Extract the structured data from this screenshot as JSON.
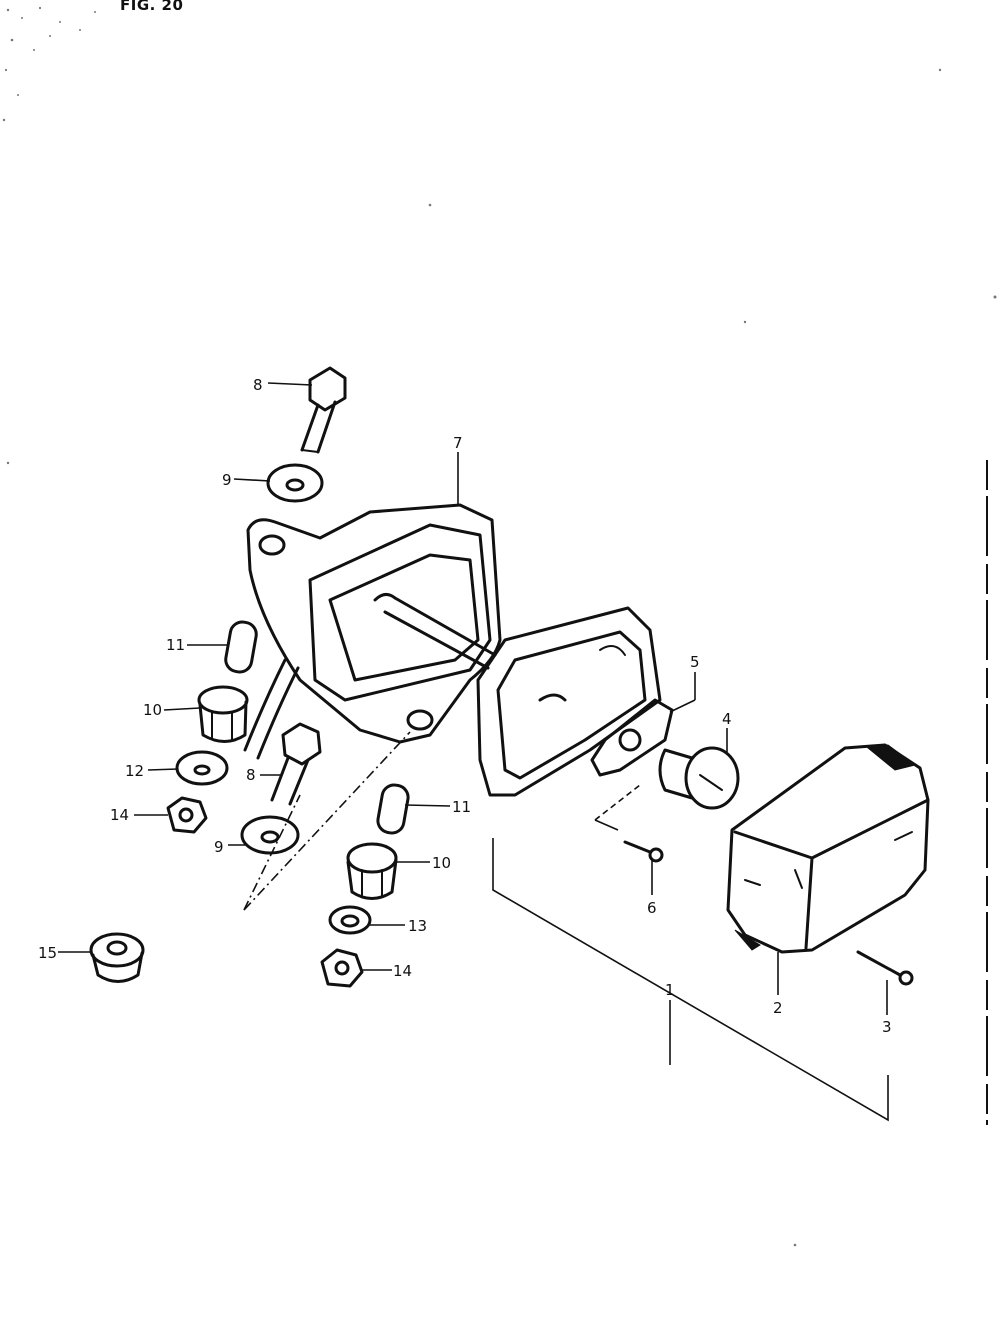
{
  "figure": {
    "title": "FIG. 20"
  },
  "callouts": [
    {
      "id": "c8a",
      "label": "8"
    },
    {
      "id": "c9a",
      "label": "9"
    },
    {
      "id": "c7",
      "label": "7"
    },
    {
      "id": "c11a",
      "label": "11"
    },
    {
      "id": "c10a",
      "label": "10"
    },
    {
      "id": "c12",
      "label": "12"
    },
    {
      "id": "c14a",
      "label": "14"
    },
    {
      "id": "c8b",
      "label": "8"
    },
    {
      "id": "c9b",
      "label": "9"
    },
    {
      "id": "c11b",
      "label": "11"
    },
    {
      "id": "c10b",
      "label": "10"
    },
    {
      "id": "c13",
      "label": "13"
    },
    {
      "id": "c14b",
      "label": "14"
    },
    {
      "id": "c15",
      "label": "15"
    },
    {
      "id": "c5",
      "label": "5"
    },
    {
      "id": "c4",
      "label": "4"
    },
    {
      "id": "c6",
      "label": "6"
    },
    {
      "id": "c2",
      "label": "2"
    },
    {
      "id": "c3",
      "label": "3"
    },
    {
      "id": "c1",
      "label": "1"
    }
  ]
}
